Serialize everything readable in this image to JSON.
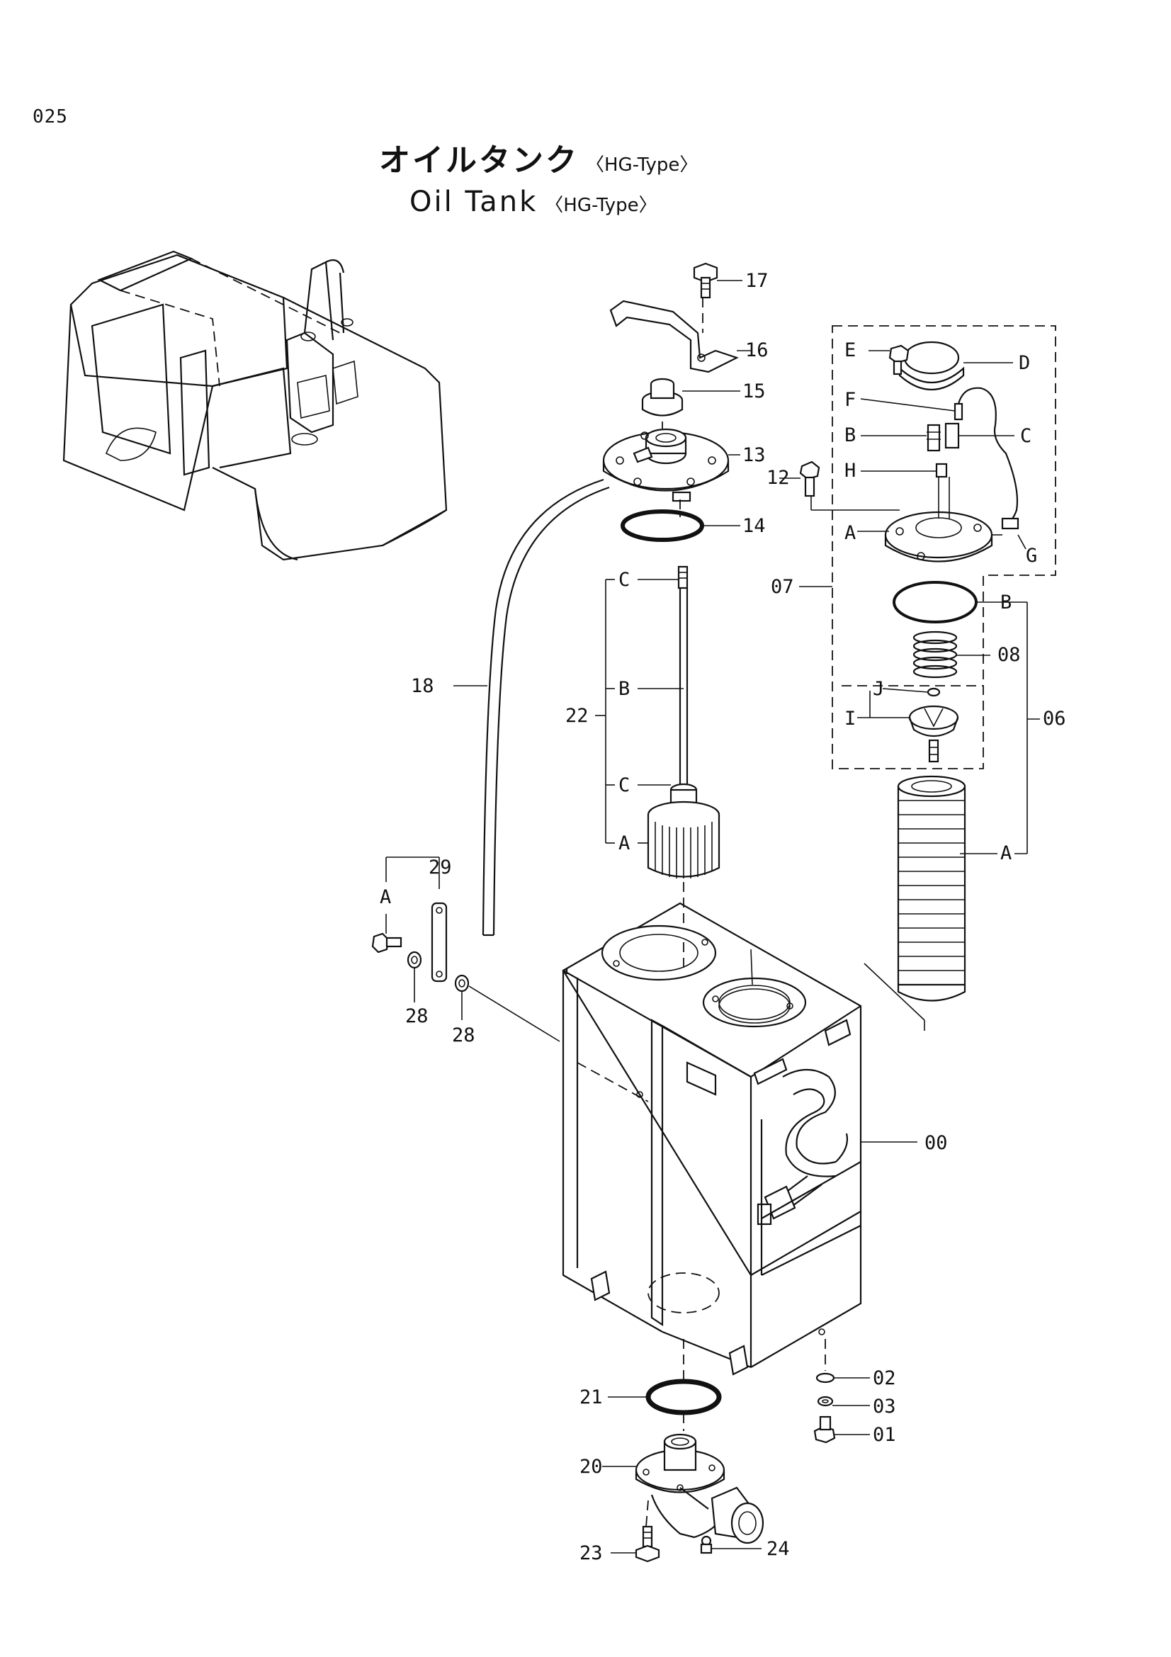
{
  "page_number": "025",
  "title_jp": "オイルタンク",
  "title_en": "Oil Tank",
  "variant": "〈HG-Type〉",
  "callouts": {
    "c00": "00",
    "c01": "01",
    "c02": "02",
    "c03": "03",
    "c06": "06",
    "c07": "07",
    "c08": "08",
    "c12": "12",
    "c13": "13",
    "c14": "14",
    "c15": "15",
    "c16": "16",
    "c17": "17",
    "c18": "18",
    "c20": "20",
    "c21": "21",
    "c22": "22",
    "c23": "23",
    "c24": "24",
    "c28a": "28",
    "c28b": "28",
    "c29": "29",
    "sub_A1": "A",
    "sub_B1": "B",
    "sub_C1": "C",
    "sub_D": "D",
    "sub_E": "E",
    "sub_F": "F",
    "sub_G": "G",
    "sub_H": "H",
    "sub_I": "I",
    "sub_J": "J",
    "sub_B2": "B",
    "sub_A2": "A",
    "sub_C3": "C",
    "sub_B3": "B",
    "sub_C4": "C",
    "sub_A3": "A",
    "sub_A4": "A"
  }
}
